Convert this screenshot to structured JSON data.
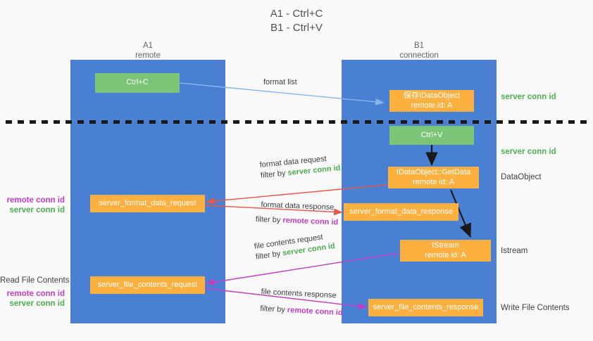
{
  "title": {
    "line1": "A1 - Ctrl+C",
    "line2": "B1 - Ctrl+V"
  },
  "lanes": [
    {
      "id": "A1",
      "name": "A1",
      "sub": "remote",
      "color": "#4a80d4"
    },
    {
      "id": "B1",
      "name": "B1",
      "sub": "connection",
      "color": "#4a80d4"
    }
  ],
  "nodes": {
    "ctrl_c": {
      "label": "Ctrl+C",
      "color": "#7cc576"
    },
    "ctrl_v": {
      "label": "Ctrl+V",
      "color": "#7cc576"
    },
    "save_idataobject": {
      "l1": "保存IDataObject",
      "l2": "remote id: A",
      "color": "#fbb03f"
    },
    "getdata": {
      "l1": "IDataObject::GetData",
      "l2": "remote id: A",
      "color": "#fbb03f"
    },
    "istream": {
      "l1": "IStream",
      "l2": "remote id: A",
      "color": "#fbb03f"
    },
    "fmt_req": {
      "label": "server_format_data_request",
      "color": "#fbb03f"
    },
    "fmt_resp": {
      "label": "server_format_data_response",
      "color": "#fbb03f"
    },
    "file_req": {
      "label": "server_file_contents_request",
      "color": "#fbb03f"
    },
    "file_resp": {
      "label": "server_file_contents_response",
      "color": "#fbb03f"
    }
  },
  "side_labels": {
    "server_conn_1": "server conn id",
    "server_conn_2": "server conn id",
    "dataobject": "DataObject",
    "istream": "Istream",
    "write_file_contents": "Write File Contents",
    "read_file_contents": "Read File Contents",
    "remote_conn_mid": "remote conn id",
    "server_conn_mid": "server conn id",
    "remote_conn_bottom": "remote conn id",
    "server_conn_bottom": "server conn id"
  },
  "captions": {
    "format_list": "format list",
    "fmt_data_request": "format data request",
    "fmt_data_request_filter_pre": "filter by ",
    "fmt_data_request_filter_key": "server conn id",
    "fmt_data_response": "format data response",
    "fmt_data_response_filter_pre": "filter by ",
    "fmt_data_response_filter_key": "remote conn id",
    "file_contents_request": "file contents request",
    "file_contents_request_filter_pre": "filter by ",
    "file_contents_request_filter_key": "server conn id",
    "file_contents_response": "file contents response",
    "file_contents_response_filter_pre": "filter by ",
    "file_contents_response_filter_key": "remote conn id"
  },
  "colors": {
    "lane": "#4a80d4",
    "green_node": "#7cc576",
    "orange_node": "#fbb03f",
    "arrow_blue": "#8ab4e8",
    "arrow_red": "#e8584a",
    "arrow_magenta": "#c13ec1",
    "arrow_black": "#1a1a1a",
    "accent_green_text": "#4caf50",
    "accent_magenta_text": "#c13ec1"
  }
}
